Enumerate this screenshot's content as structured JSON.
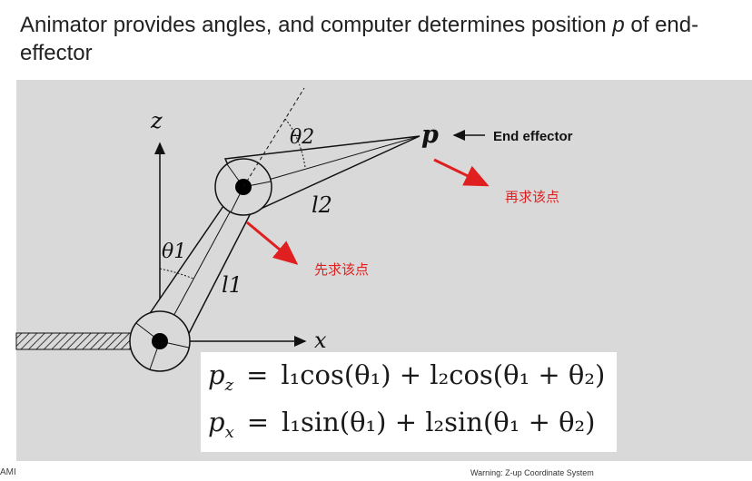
{
  "title": {
    "text_before": "Animator provides angles, and computer determines position ",
    "variable": "p",
    "text_after": " of end-effector"
  },
  "labels": {
    "z_axis": "z",
    "x_axis": "x",
    "theta1": "θ1",
    "theta2": "θ2",
    "l1": "l1",
    "l2": "l2",
    "p": "p",
    "end_effector": "End effector",
    "annot_first": "先求该点",
    "annot_second": "再求该点"
  },
  "formulas": {
    "pz": {
      "lhs": "p",
      "lhs_sub": "z",
      "rhs": "l₁cos(θ₁) + l₂cos(θ₁ + θ₂)"
    },
    "px": {
      "lhs": "p",
      "lhs_sub": "x",
      "rhs": "l₁sin(θ₁) + l₂sin(θ₁ + θ₂)"
    }
  },
  "footer": {
    "left": "AMI",
    "right": "Warning: Z-up Coordinate System"
  },
  "colors": {
    "panel_bg": "#d9d9d9",
    "annotation_red": "#e02020",
    "line": "#111111"
  }
}
